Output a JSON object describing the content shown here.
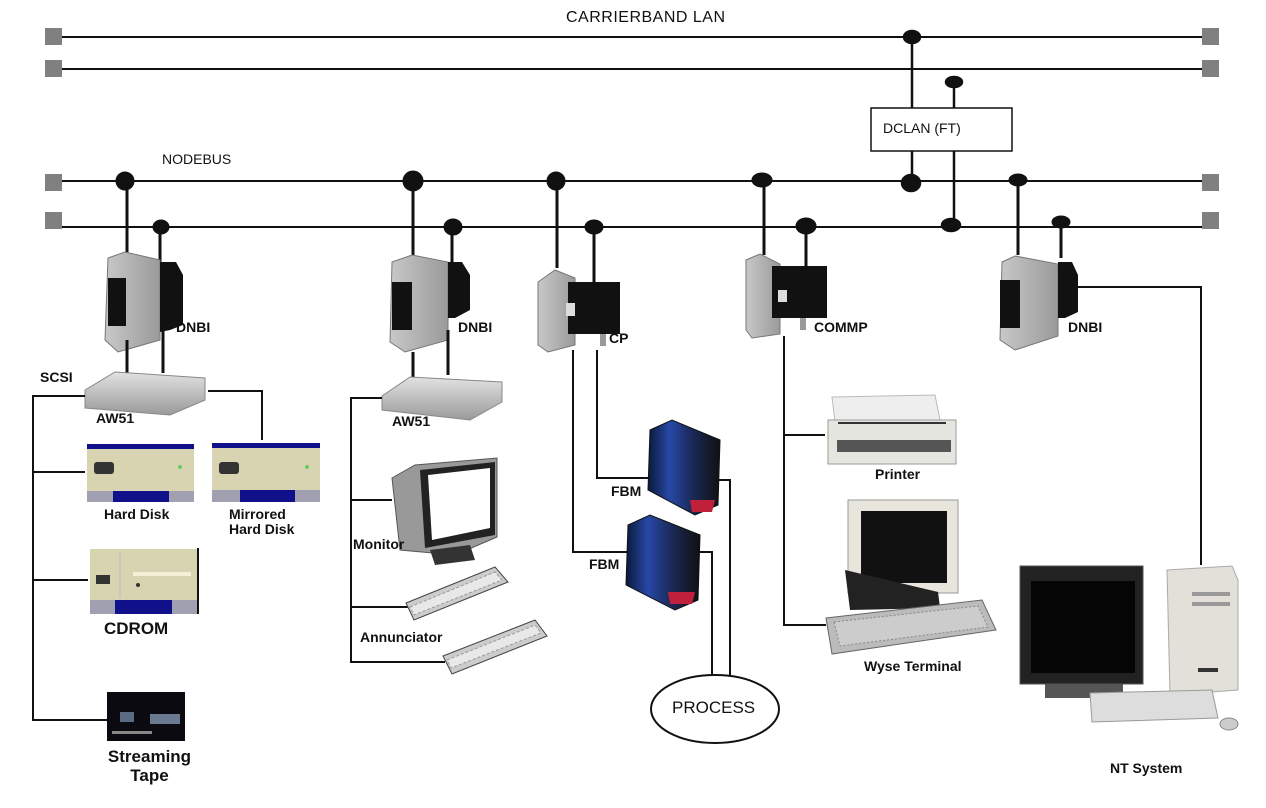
{
  "title": "CARRIERBAND  LAN",
  "buses": {
    "carrierband_label": "CARRIERBAND  LAN",
    "nodebus_label": "NODEBUS"
  },
  "dclan": {
    "label": "DCLAN  (FT)"
  },
  "nodes": {
    "dnbi_1": "DNBI",
    "dnbi_2": "DNBI",
    "dnbi_3": "DNBI",
    "cp": "CP",
    "commp": "COMMP",
    "scsi": "SCSI",
    "aw51_1": "AW51",
    "aw51_2": "AW51"
  },
  "peripherals": {
    "hard_disk": "Hard Disk",
    "mirrored_line1": "Mirrored",
    "mirrored_line2": "Hard Disk",
    "cdrom": "CDROM",
    "tape_line1": "Streaming",
    "tape_line2": "Tape",
    "monitor": "Monitor",
    "annunciator": "Annunciator",
    "fbm_1": "FBM",
    "fbm_2": "FBM",
    "process": "PROCESS",
    "printer": "Printer",
    "wyse": "Wyse Terminal",
    "nt_system": "NT System"
  },
  "colors": {
    "line": "#111111",
    "terminator": "#808080",
    "disk_body": "#d8d3b0",
    "disk_blue": "#10108a",
    "disk_gray": "#a0a0b0",
    "module_gray": "#b8b8b8",
    "module_dark": "#111111"
  }
}
